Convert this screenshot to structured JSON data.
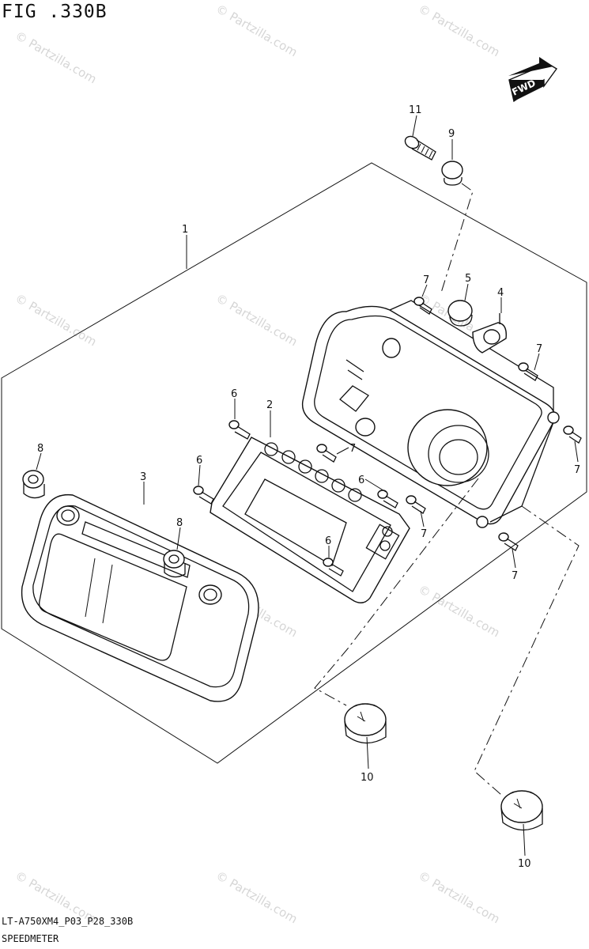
{
  "figure": {
    "title": "FIG .330B",
    "footer_code": "LT-A750XM4_P03_P28_330B",
    "footer_name": "SPEEDMETER"
  },
  "fwd_arrow": {
    "label": "FWD"
  },
  "watermark": {
    "text": "© Partzilla.com"
  },
  "callouts": {
    "c1": "1",
    "c2": "2",
    "c3": "3",
    "c4": "4",
    "c5": "5",
    "c6a": "6",
    "c6b": "6",
    "c6c": "6",
    "c6d": "6",
    "c7a": "7",
    "c7b": "7",
    "c7c": "7",
    "c7d": "7",
    "c7e": "7",
    "c7f": "7",
    "c8a": "8",
    "c8b": "8",
    "c9": "9",
    "c10a": "10",
    "c10b": "10",
    "c11": "11"
  }
}
